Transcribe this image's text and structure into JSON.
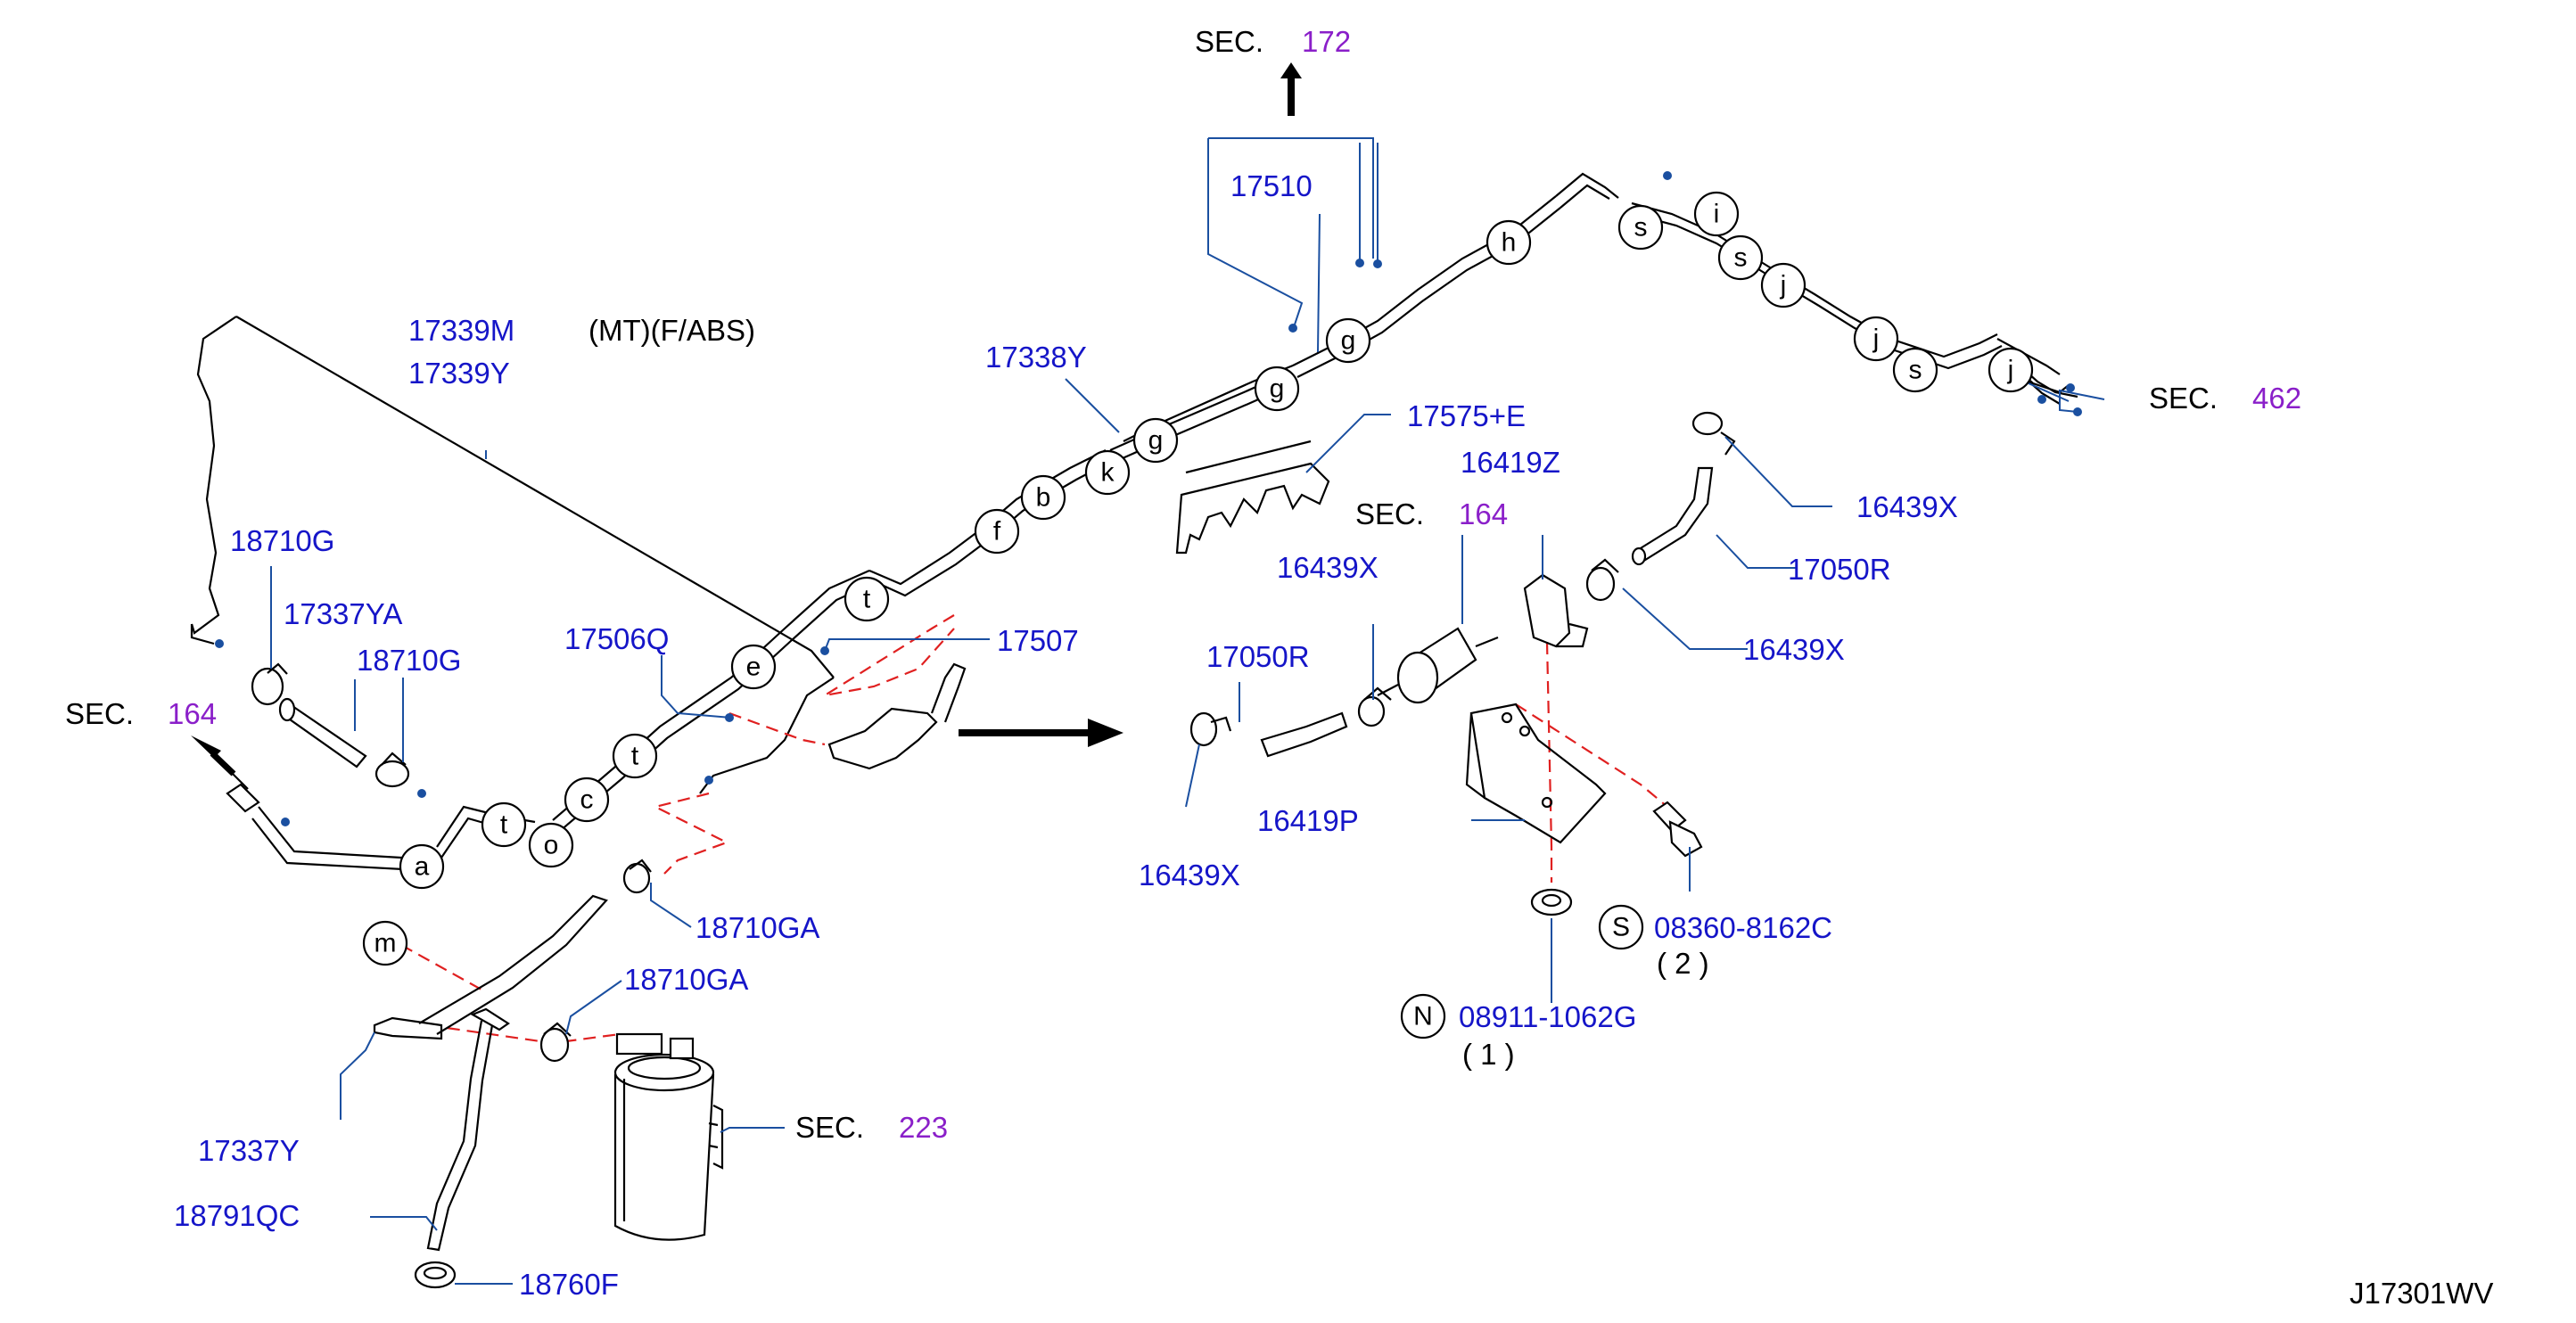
{
  "diagram_code": "J17301WV",
  "note_mt_abs": "(MT)(F/ABS)",
  "sections": {
    "sec_label": "SEC.",
    "sec_172": "172",
    "sec_462": "462",
    "sec_164_left": "164",
    "sec_164_right": "164",
    "sec_223": "223"
  },
  "parts": {
    "p17339M": "17339M",
    "p17339Y": "17339Y",
    "p17510": "17510",
    "p17338Y": "17338Y",
    "p17575E": "17575+E",
    "p16419Z": "16419Z",
    "p16439X_top": "16439X",
    "p16439X_mid": "16439X",
    "p16439X_right": "16439X",
    "p16439X_bottom": "16439X",
    "p17050R_left": "17050R",
    "p17050R_right": "17050R",
    "p16419P": "16419P",
    "p08360": "08360-8162C",
    "p08360_qty": "( 2 )",
    "p08911": "08911-1062G",
    "p08911_qty": "( 1 )",
    "p18710G_1": "18710G",
    "p17337YA": "17337YA",
    "p18710G_2": "18710G",
    "p17506Q": "17506Q",
    "p17507": "17507",
    "p18710GA_1": "18710GA",
    "p18710GA_2": "18710GA",
    "p17337Y": "17337Y",
    "p18791QC": "18791QC",
    "p18760F": "18760F"
  },
  "symbols": {
    "S": "S",
    "N": "N"
  },
  "callouts": {
    "a": "a",
    "t1": "t",
    "o": "o",
    "c": "c",
    "t2": "t",
    "e": "e",
    "t3": "t",
    "f": "f",
    "b": "b",
    "k": "k",
    "g1": "g",
    "g2": "g",
    "g3": "g",
    "h": "h",
    "s1": "s",
    "i": "i",
    "s2": "s",
    "j1": "j",
    "j2": "j",
    "s3": "s",
    "j3": "j",
    "m": "m"
  }
}
